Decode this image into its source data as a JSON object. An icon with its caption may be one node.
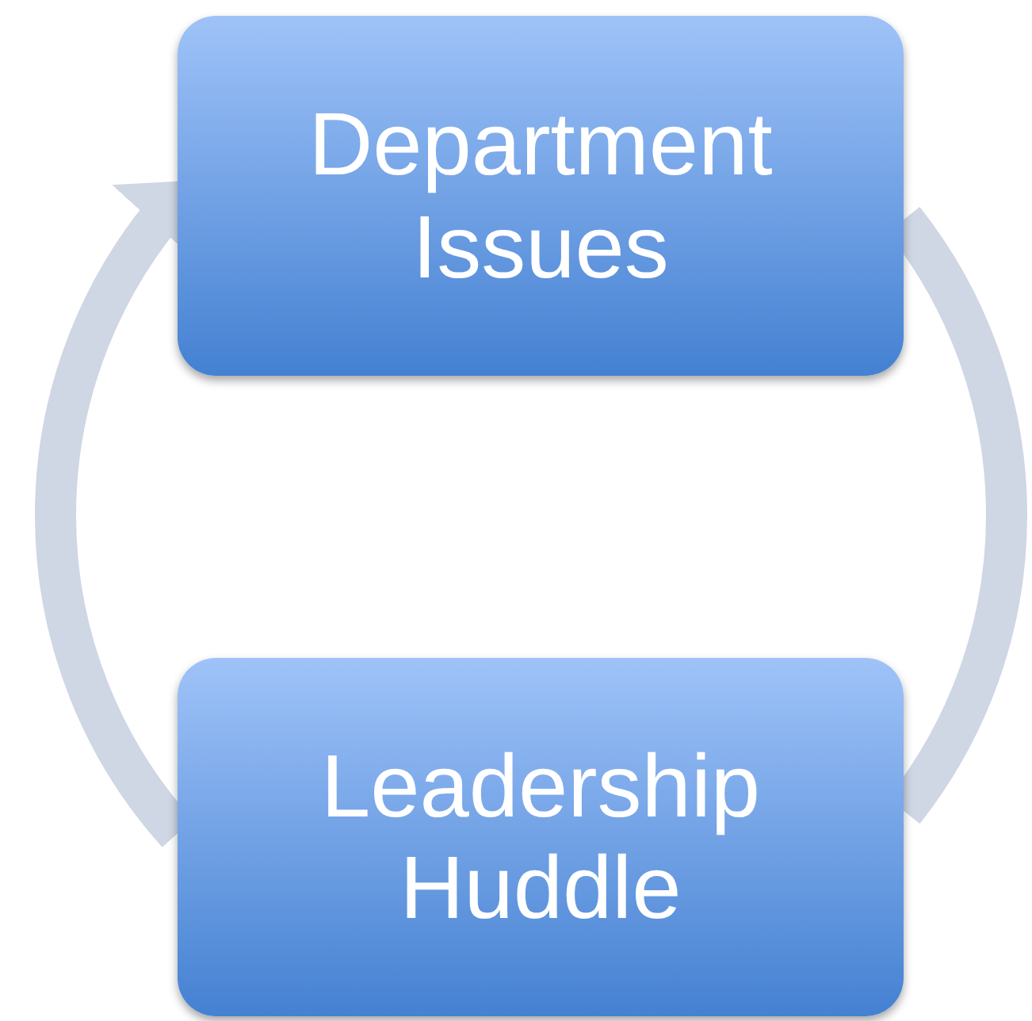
{
  "diagram": {
    "nodes": [
      {
        "text": [
          "Department Issues"
        ]
      },
      {
        "text": [
          "Leadership Huddle"
        ]
      }
    ],
    "edges": [
      {
        "from": 0,
        "to": 1,
        "arrow": "none"
      },
      {
        "from": 1,
        "to": 0,
        "arrow": "to"
      }
    ]
  }
}
